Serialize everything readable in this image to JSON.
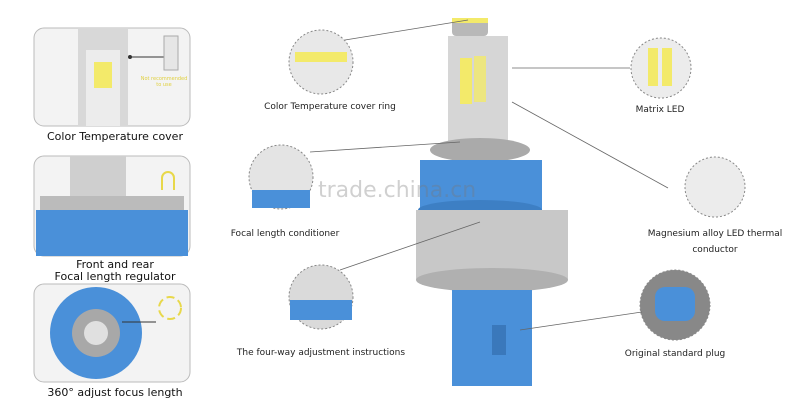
{
  "left_panels": [
    {
      "caption": "Color Temperature cover",
      "note": "Not recommended to use"
    },
    {
      "caption_line1": "Front and rear",
      "caption_line2": "Focal length regulator"
    },
    {
      "caption": "360° adjust focus length"
    }
  ],
  "callouts": {
    "cover_ring": "Color Temperature cover ring",
    "matrix_led": "Matrix LED",
    "focal_conditioner": "Focal length conditioner",
    "thermal_line1": "Magnesium alloy LED thermal",
    "thermal_line2": "conductor",
    "adjustment": "The four-way adjustment instructions",
    "plug": "Original standard plug"
  },
  "watermark": "trade.china.cn",
  "colors": {
    "blue": "#4a90d9",
    "silver": "#c8c8c8",
    "led": "#f3ea6a"
  }
}
